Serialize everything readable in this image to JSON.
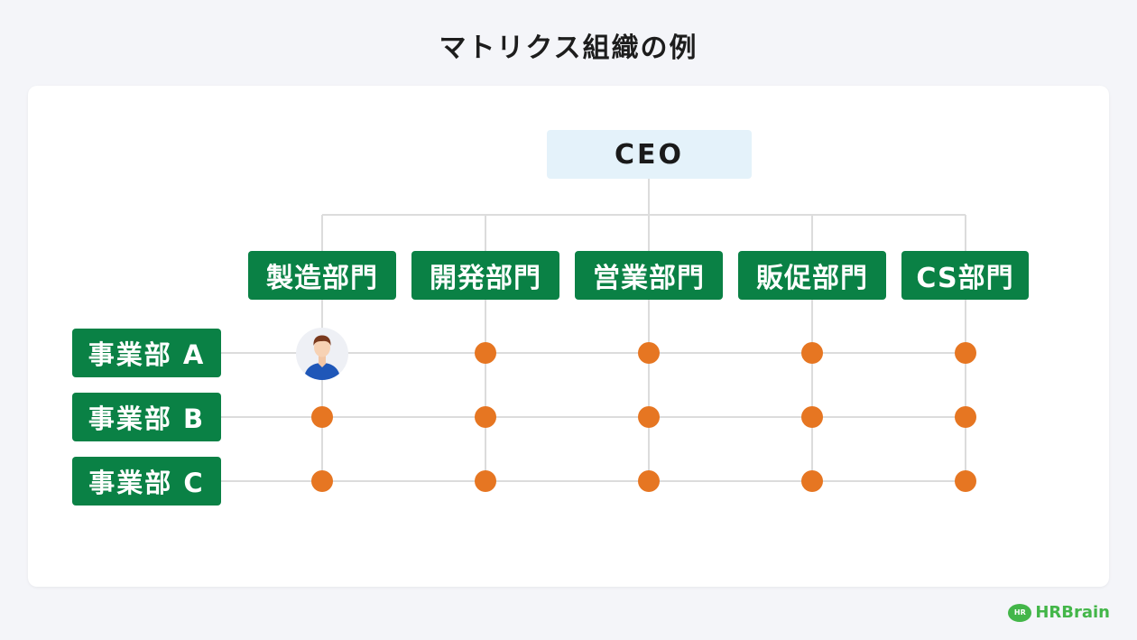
{
  "title": "マトリクス組織の例",
  "ceo": "CEO",
  "departments": [
    "製造部門",
    "開発部門",
    "営業部門",
    "販促部門",
    "CS部門"
  ],
  "divisions": [
    "事業部 A",
    "事業部 B",
    "事業部 C"
  ],
  "logo": {
    "badge": "HR",
    "text": "HRBrain"
  },
  "colors": {
    "box_green": "#0a8145",
    "dot_orange": "#e67622",
    "ceo_bg": "#e4f2fa",
    "line_gray": "#dcdcdc",
    "logo_green": "#43b649"
  },
  "avatar_icon": "person-avatar-icon"
}
